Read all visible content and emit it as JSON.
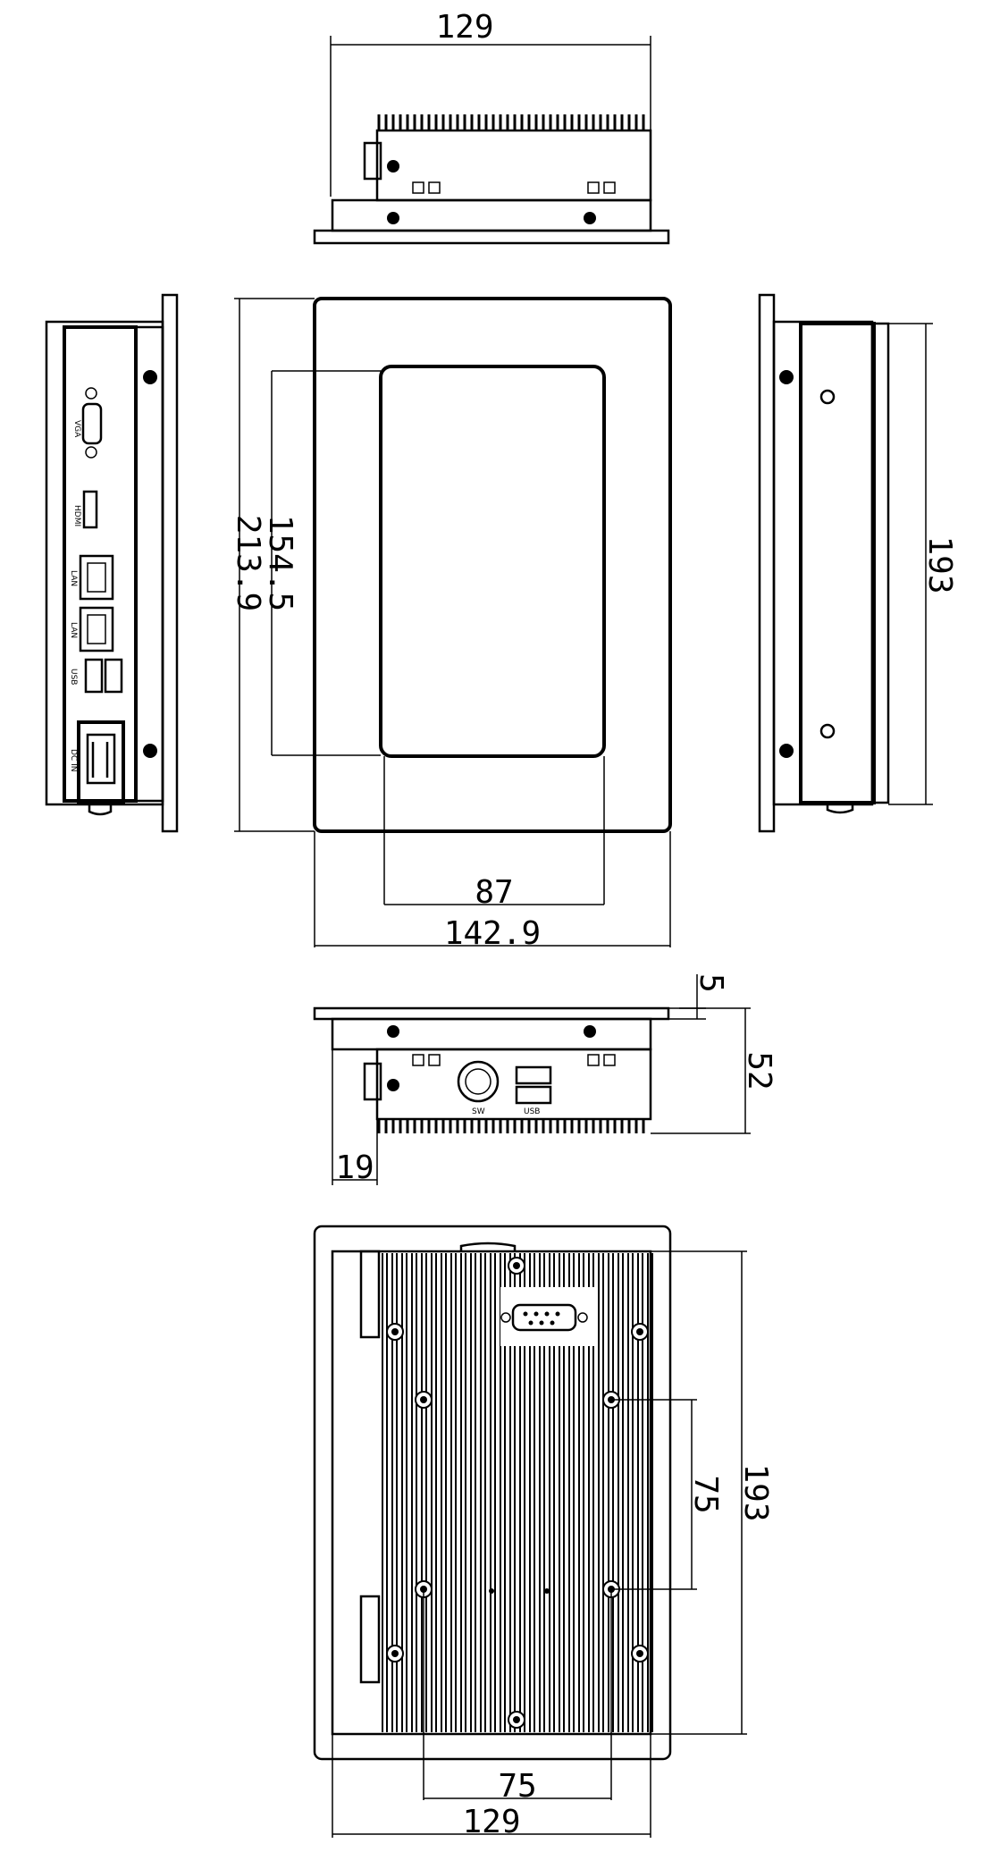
{
  "dimensions": {
    "top_width": "129",
    "front_height_outer": "213.9",
    "front_height_screen": "154.5",
    "front_width_screen": "87",
    "front_width_outer": "142.9",
    "right_height": "193",
    "bottom_flange": "5",
    "bottom_depth": "52",
    "bottom_offset": "19",
    "rear_vesa_vertical": "75",
    "rear_height": "193",
    "rear_vesa_horizontal": "75",
    "rear_width": "129"
  },
  "port_labels": {
    "vga": "VGA",
    "hdmi": "HDMI",
    "lan1": "LAN",
    "lan2": "LAN",
    "usb": "USB",
    "dc_in": "DC IN",
    "sw": "SW",
    "usb_bottom": "USB"
  },
  "colors": {
    "line": "#000000",
    "background": "#ffffff"
  }
}
